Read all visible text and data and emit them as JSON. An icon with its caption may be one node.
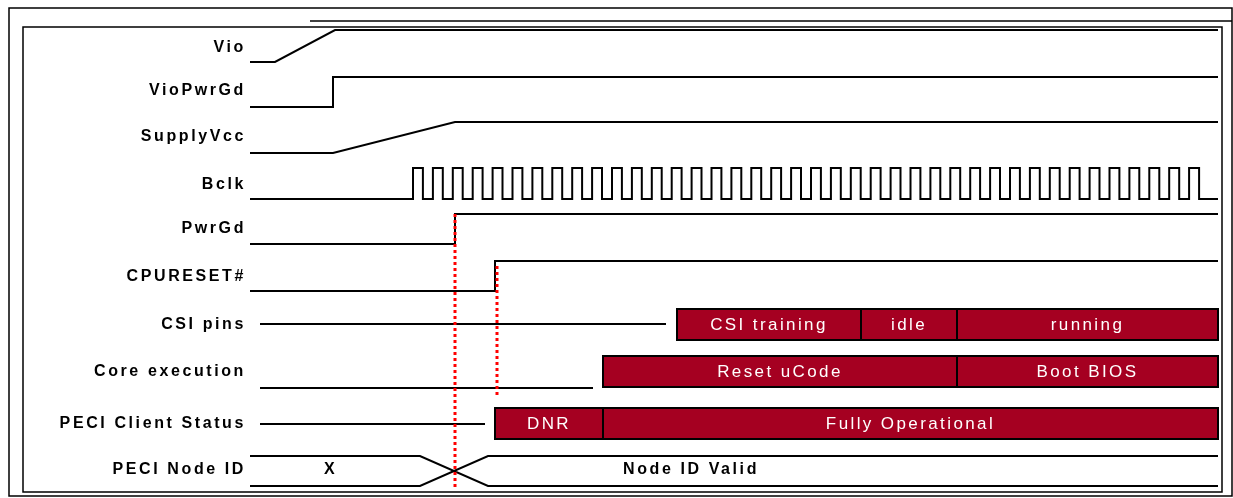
{
  "diagram": {
    "nodes": [
      {
        "text": [
          "CSI training"
        ]
      },
      {
        "text": [
          "idle"
        ]
      },
      {
        "text": [
          "running"
        ]
      },
      {
        "text": [
          "Reset uCode"
        ]
      },
      {
        "text": [
          "Boot BIOS"
        ]
      },
      {
        "text": [
          "DNR"
        ]
      },
      {
        "text": [
          "Fully Operational"
        ]
      }
    ],
    "labels": [
      "Vio",
      "VioPwrGd",
      "SupplyVcc",
      "Bclk",
      "PwrGd",
      "CPURESET#",
      "CSI pins",
      "Core execution",
      "PECI Client Status",
      "PECI Node ID",
      "X",
      "Node ID Valid"
    ]
  }
}
